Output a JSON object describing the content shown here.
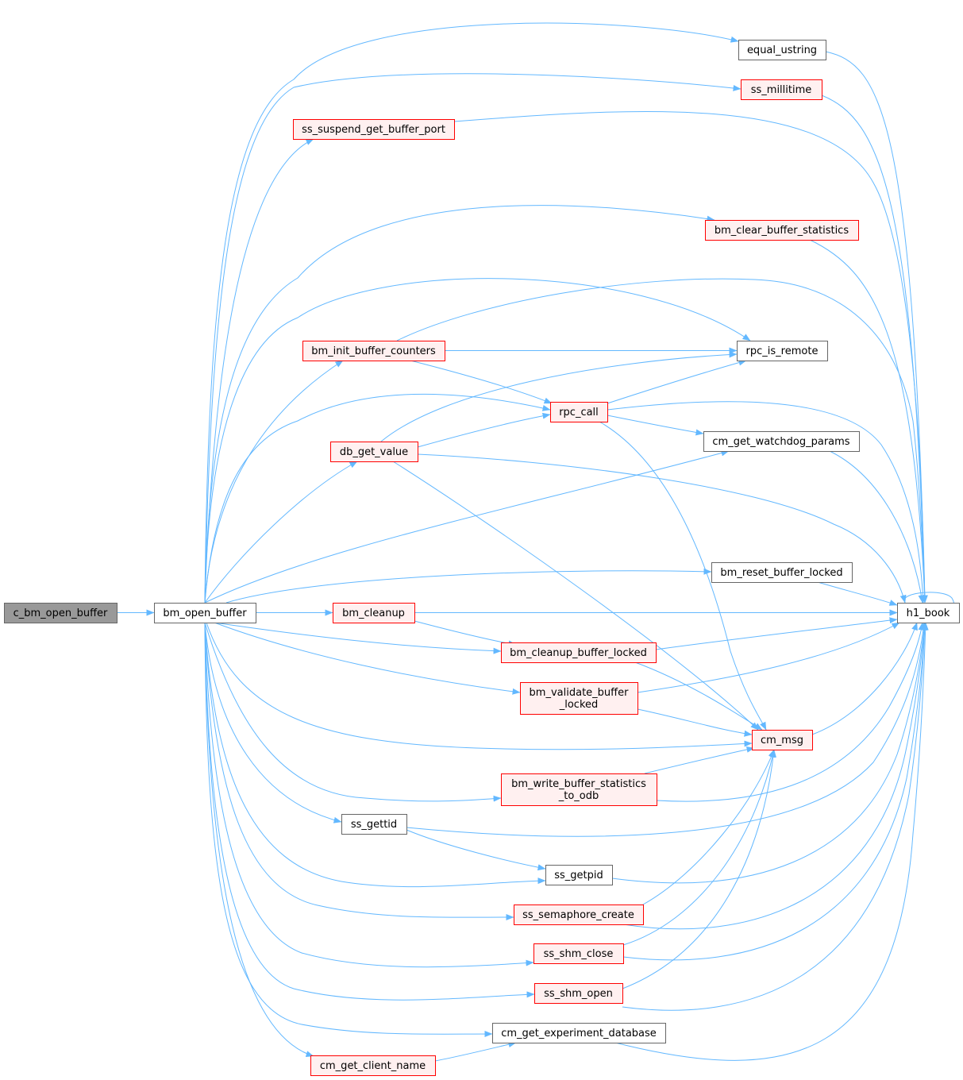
{
  "colors": {
    "edge": "#63B8FF",
    "root_fill": "#999999",
    "root_stroke": "#666666",
    "normal_fill": "#ffffff",
    "normal_stroke": "#666666",
    "truncated_fill": "#FFF0F0",
    "truncated_stroke": "#FF0000"
  },
  "nodes": {
    "c_bm_open_buffer": {
      "lines": [
        "c_bm_open_buffer"
      ],
      "kind": "root"
    },
    "bm_open_buffer": {
      "lines": [
        "bm_open_buffer"
      ],
      "kind": "normal"
    },
    "equal_ustring": {
      "lines": [
        "equal_ustring"
      ],
      "kind": "normal"
    },
    "ss_millitime": {
      "lines": [
        "ss_millitime"
      ],
      "kind": "truncated"
    },
    "ss_suspend_get_buffer_port": {
      "lines": [
        "ss_suspend_get_buffer_port"
      ],
      "kind": "truncated"
    },
    "bm_clear_buffer_statistics": {
      "lines": [
        "bm_clear_buffer_statistics"
      ],
      "kind": "truncated"
    },
    "bm_init_buffer_counters": {
      "lines": [
        "bm_init_buffer_counters"
      ],
      "kind": "truncated"
    },
    "rpc_is_remote": {
      "lines": [
        "rpc_is_remote"
      ],
      "kind": "normal"
    },
    "rpc_call": {
      "lines": [
        "rpc_call"
      ],
      "kind": "truncated"
    },
    "cm_get_watchdog_params": {
      "lines": [
        "cm_get_watchdog_params"
      ],
      "kind": "normal"
    },
    "db_get_value": {
      "lines": [
        "db_get_value"
      ],
      "kind": "truncated"
    },
    "bm_reset_buffer_locked": {
      "lines": [
        "bm_reset_buffer_locked"
      ],
      "kind": "normal"
    },
    "h1_book": {
      "lines": [
        "h1_book"
      ],
      "kind": "normal"
    },
    "bm_cleanup": {
      "lines": [
        "bm_cleanup"
      ],
      "kind": "truncated"
    },
    "bm_cleanup_buffer_locked": {
      "lines": [
        "bm_cleanup_buffer_locked"
      ],
      "kind": "truncated"
    },
    "bm_validate_buffer_locked": {
      "lines": [
        "bm_validate_buffer",
        "_locked"
      ],
      "kind": "truncated"
    },
    "cm_msg": {
      "lines": [
        "cm_msg"
      ],
      "kind": "truncated"
    },
    "bm_write_buffer_statistics_to_odb": {
      "lines": [
        "bm_write_buffer_statistics",
        "_to_odb"
      ],
      "kind": "truncated"
    },
    "ss_gettid": {
      "lines": [
        "ss_gettid"
      ],
      "kind": "normal"
    },
    "ss_getpid": {
      "lines": [
        "ss_getpid"
      ],
      "kind": "normal"
    },
    "ss_semaphore_create": {
      "lines": [
        "ss_semaphore_create"
      ],
      "kind": "truncated"
    },
    "ss_shm_close": {
      "lines": [
        "ss_shm_close"
      ],
      "kind": "truncated"
    },
    "ss_shm_open": {
      "lines": [
        "ss_shm_open"
      ],
      "kind": "truncated"
    },
    "cm_get_experiment_database": {
      "lines": [
        "cm_get_experiment_database"
      ],
      "kind": "normal"
    },
    "cm_get_client_name": {
      "lines": [
        "cm_get_client_name"
      ],
      "kind": "truncated"
    }
  },
  "edges": [
    [
      "c_bm_open_buffer",
      "bm_open_buffer"
    ],
    [
      "bm_open_buffer",
      "equal_ustring"
    ],
    [
      "bm_open_buffer",
      "ss_millitime"
    ],
    [
      "bm_open_buffer",
      "ss_suspend_get_buffer_port"
    ],
    [
      "bm_open_buffer",
      "h1_book"
    ],
    [
      "bm_open_buffer",
      "bm_clear_buffer_statistics"
    ],
    [
      "bm_open_buffer",
      "rpc_is_remote"
    ],
    [
      "bm_open_buffer",
      "bm_init_buffer_counters"
    ],
    [
      "bm_open_buffer",
      "rpc_call"
    ],
    [
      "bm_open_buffer",
      "db_get_value"
    ],
    [
      "bm_open_buffer",
      "cm_get_watchdog_params"
    ],
    [
      "bm_open_buffer",
      "bm_reset_buffer_locked"
    ],
    [
      "bm_open_buffer",
      "bm_cleanup"
    ],
    [
      "bm_open_buffer",
      "bm_cleanup_buffer_locked"
    ],
    [
      "bm_open_buffer",
      "bm_validate_buffer_locked"
    ],
    [
      "bm_open_buffer",
      "cm_msg"
    ],
    [
      "bm_open_buffer",
      "bm_write_buffer_statistics_to_odb"
    ],
    [
      "bm_open_buffer",
      "ss_gettid"
    ],
    [
      "bm_open_buffer",
      "ss_getpid"
    ],
    [
      "bm_open_buffer",
      "ss_semaphore_create"
    ],
    [
      "bm_open_buffer",
      "ss_shm_close"
    ],
    [
      "bm_open_buffer",
      "ss_shm_open"
    ],
    [
      "bm_open_buffer",
      "cm_get_experiment_database"
    ],
    [
      "bm_open_buffer",
      "cm_get_client_name"
    ],
    [
      "equal_ustring",
      "h1_book"
    ],
    [
      "ss_millitime",
      "h1_book"
    ],
    [
      "ss_suspend_get_buffer_port",
      "h1_book"
    ],
    [
      "bm_clear_buffer_statistics",
      "h1_book"
    ],
    [
      "bm_init_buffer_counters",
      "h1_book"
    ],
    [
      "bm_init_buffer_counters",
      "rpc_is_remote"
    ],
    [
      "bm_init_buffer_counters",
      "rpc_call"
    ],
    [
      "rpc_call",
      "rpc_is_remote"
    ],
    [
      "rpc_call",
      "h1_book"
    ],
    [
      "rpc_call",
      "cm_get_watchdog_params"
    ],
    [
      "rpc_call",
      "cm_msg"
    ],
    [
      "db_get_value",
      "rpc_is_remote"
    ],
    [
      "db_get_value",
      "rpc_call"
    ],
    [
      "db_get_value",
      "h1_book"
    ],
    [
      "db_get_value",
      "cm_msg"
    ],
    [
      "cm_get_watchdog_params",
      "h1_book"
    ],
    [
      "bm_reset_buffer_locked",
      "h1_book"
    ],
    [
      "h1_book",
      "h1_book"
    ],
    [
      "bm_cleanup",
      "h1_book"
    ],
    [
      "bm_cleanup",
      "bm_cleanup_buffer_locked"
    ],
    [
      "bm_cleanup_buffer_locked",
      "h1_book"
    ],
    [
      "bm_cleanup_buffer_locked",
      "cm_msg"
    ],
    [
      "bm_validate_buffer_locked",
      "h1_book"
    ],
    [
      "bm_validate_buffer_locked",
      "cm_msg"
    ],
    [
      "cm_msg",
      "h1_book"
    ],
    [
      "bm_write_buffer_statistics_to_odb",
      "cm_msg"
    ],
    [
      "bm_write_buffer_statistics_to_odb",
      "h1_book"
    ],
    [
      "ss_gettid",
      "h1_book"
    ],
    [
      "ss_gettid",
      "ss_getpid"
    ],
    [
      "ss_getpid",
      "h1_book"
    ],
    [
      "ss_semaphore_create",
      "cm_msg"
    ],
    [
      "ss_semaphore_create",
      "h1_book"
    ],
    [
      "ss_shm_close",
      "cm_msg"
    ],
    [
      "ss_shm_close",
      "h1_book"
    ],
    [
      "ss_shm_open",
      "cm_msg"
    ],
    [
      "ss_shm_open",
      "h1_book"
    ],
    [
      "cm_get_experiment_database",
      "h1_book"
    ],
    [
      "cm_get_client_name",
      "cm_get_experiment_database"
    ]
  ]
}
